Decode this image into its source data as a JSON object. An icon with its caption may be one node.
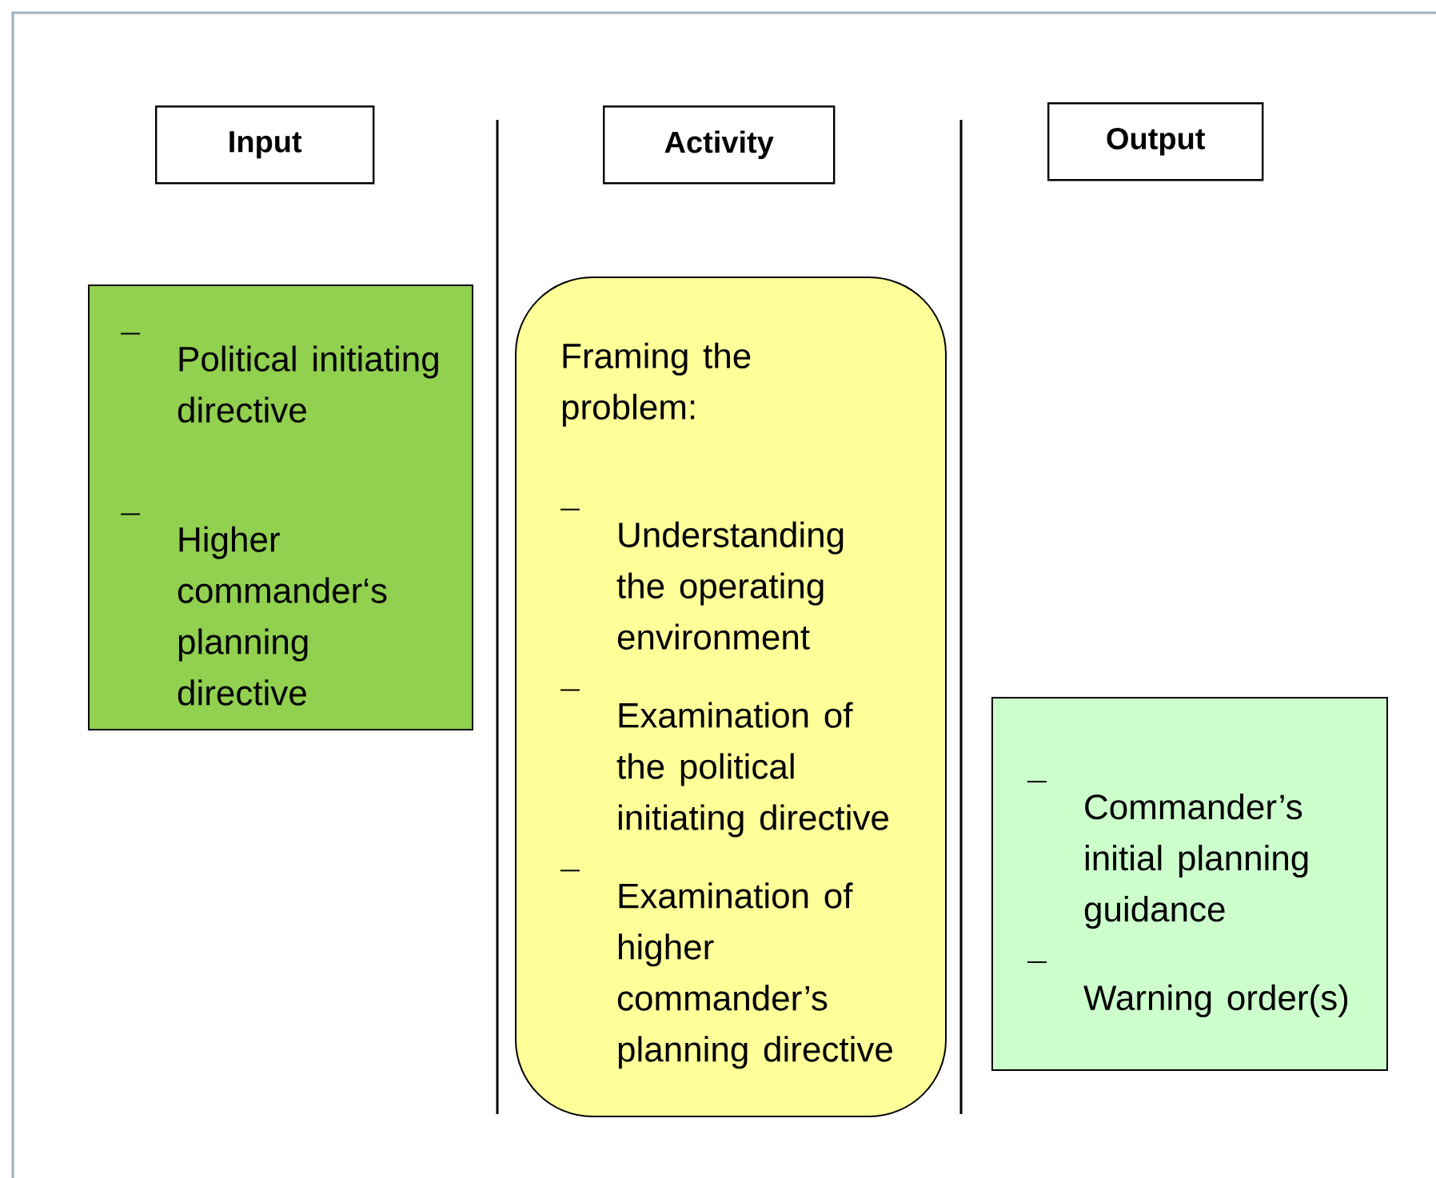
{
  "diagram": {
    "nodes": [
      {
        "text": [
          "Input"
        ]
      },
      {
        "text": [
          "Activity"
        ]
      },
      {
        "text": [
          "Output"
        ]
      },
      {
        "text": [
          "Political initiating directive",
          "Higher commander‘s planning directive"
        ]
      },
      {
        "text": [
          "Framing the problem:",
          "Understanding the operating environment",
          "Examination of the political initiating directive",
          "Examination of higher commander’s planning directive"
        ]
      },
      {
        "text": [
          "Commander’s initial planning guidance",
          "Warning order(s)"
        ]
      }
    ]
  }
}
